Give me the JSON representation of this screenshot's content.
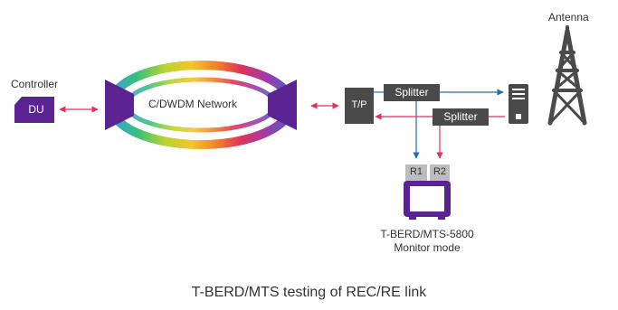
{
  "labels": {
    "controller": "Controller",
    "du": "DU",
    "network": "C/DWDM Network",
    "tp": "T/P",
    "splitter_top": "Splitter",
    "splitter_bottom": "Splitter",
    "antenna": "Antenna",
    "r1": "R1",
    "r2": "R2",
    "device_line1": "T-BERD/MTS-5800",
    "device_line2": "Monitor mode"
  },
  "caption": "T-BERD/MTS testing of REC/RE link",
  "colors": {
    "purple": "#5b2391",
    "dark_gray": "#4a4a4a",
    "arrow_red": "#e0325a",
    "arrow_blue": "#1f6fb4",
    "port_gray": "#bdbdbd"
  }
}
